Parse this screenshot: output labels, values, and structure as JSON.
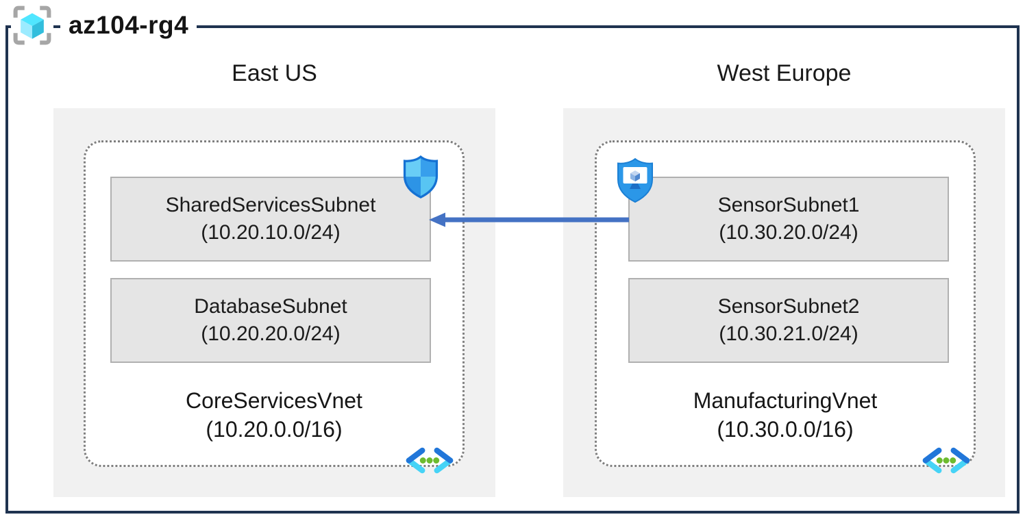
{
  "resource_group": {
    "name": "az104-rg4",
    "icon": "resource-group-icon"
  },
  "regions": [
    {
      "name": "East US",
      "vnet": {
        "name": "CoreServicesVnet",
        "cidr": "(10.20.0.0/16)",
        "icon": "virtual-network-icon"
      },
      "subnets": [
        {
          "name": "SharedServicesSubnet",
          "cidr": "(10.20.10.0/24)",
          "attached_icon": "network-security-group-shield-icon"
        },
        {
          "name": "DatabaseSubnet",
          "cidr": "(10.20.20.0/24)"
        }
      ]
    },
    {
      "name": "West Europe",
      "vnet": {
        "name": "ManufacturingVnet",
        "cidr": "(10.30.0.0/16)",
        "icon": "virtual-network-icon"
      },
      "subnets": [
        {
          "name": "SensorSubnet1",
          "cidr": "(10.30.20.0/24)",
          "attached_icon": "application-security-group-shield-monitor-icon"
        },
        {
          "name": "SensorSubnet2",
          "cidr": "(10.30.21.0/24)"
        }
      ]
    }
  ],
  "connection": {
    "from": "SensorSubnet1",
    "to": "SharedServicesSubnet",
    "direction": "right-to-left",
    "color": "#4472C4"
  },
  "colors": {
    "frame": "#1f3350",
    "region_fill": "#f1f1f1",
    "subnet_fill": "#e5e5e5",
    "subnet_border": "#b0b0b0",
    "dotted_border": "#7f7f7f",
    "arrow": "#4472C4",
    "vnet_chevron_dark": "#2176d9",
    "vnet_chevron_cyan": "#46d3f6",
    "vnet_dot_green": "#6dbb2e",
    "shield_outline": "#1571d3"
  }
}
